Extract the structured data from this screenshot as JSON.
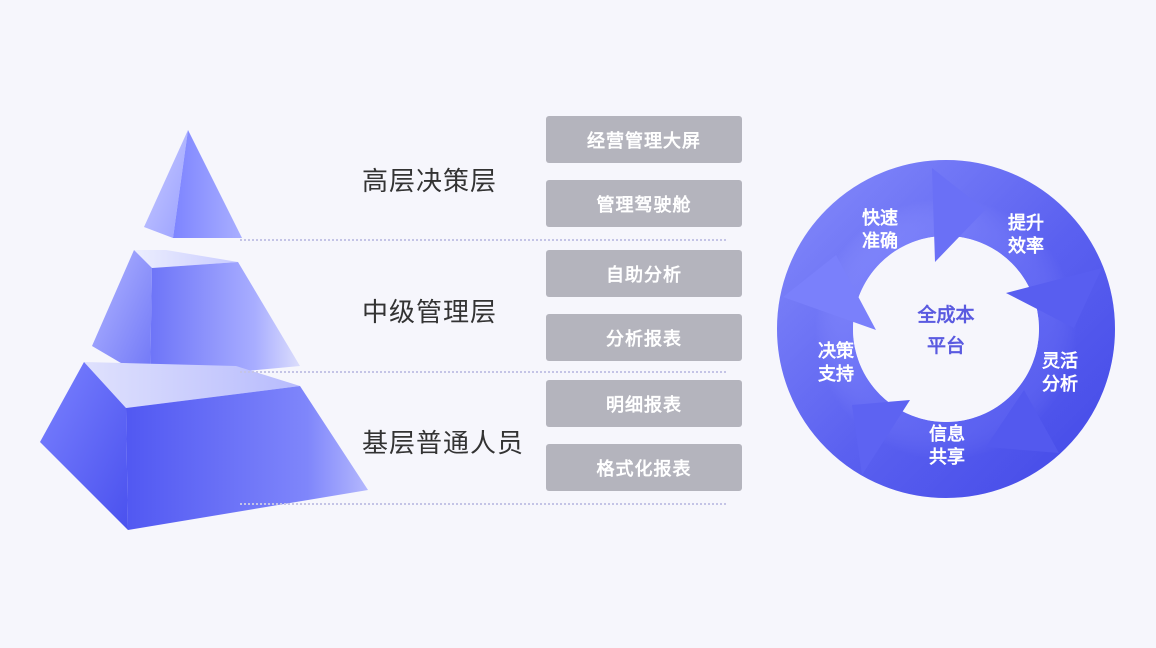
{
  "pyramid": {
    "tiers": [
      {
        "label": "高层决策层",
        "items": [
          "经营管理大屏",
          "管理驾驶舱"
        ]
      },
      {
        "label": "中级管理层",
        "items": [
          "自助分析",
          "分析报表"
        ]
      },
      {
        "label": "基层普通人员",
        "items": [
          "明细报表",
          "格式化报表"
        ]
      }
    ]
  },
  "cycle": {
    "center_line1": "全成本",
    "center_line2": "平台",
    "steps": [
      {
        "line1": "快速",
        "line2": "准确"
      },
      {
        "line1": "提升",
        "line2": "效率"
      },
      {
        "line1": "灵活",
        "line2": "分析"
      },
      {
        "line1": "信息",
        "line2": "共享"
      },
      {
        "line1": "决策",
        "line2": "支持"
      }
    ]
  },
  "colors": {
    "accent": "#5a5ae0",
    "pill_bg": "#b4b4bd",
    "background": "#f6f6fc"
  }
}
